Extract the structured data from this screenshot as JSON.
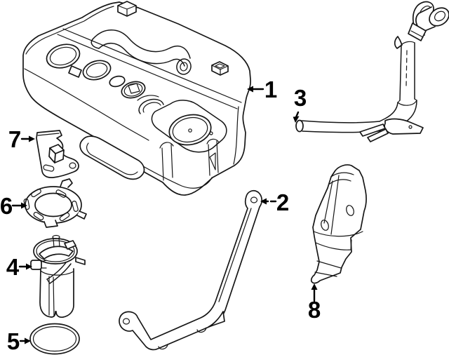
{
  "diagram": {
    "kind": "exploded-parts-line-drawing",
    "background_color": "#ffffff",
    "line_color": "#161616",
    "label_color": "#000000",
    "parts": [
      {
        "number": "1",
        "name": "fuel-tank"
      },
      {
        "number": "2",
        "name": "fuel-tank-strap"
      },
      {
        "number": "3",
        "name": "filler-pipe"
      },
      {
        "number": "4",
        "name": "fuel-pump-module"
      },
      {
        "number": "5",
        "name": "fuel-pump-seal-o-ring"
      },
      {
        "number": "6",
        "name": "fuel-pump-lock-ring"
      },
      {
        "number": "7",
        "name": "mounting-bracket"
      },
      {
        "number": "8",
        "name": "heat-shield"
      }
    ]
  }
}
